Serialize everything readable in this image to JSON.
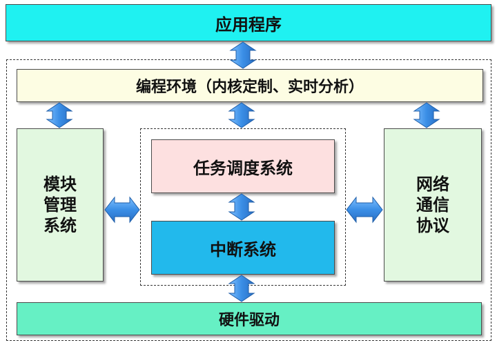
{
  "blocks": {
    "app": {
      "label": "应用程序",
      "color": "#1ff1f1"
    },
    "env": {
      "label": "编程环境（内核定制、实时分析）",
      "color": "#fdfde3"
    },
    "module": {
      "label": "模块管理系统",
      "color": "#e2f8e0"
    },
    "task": {
      "label": "任务调度系统",
      "color": "#fde0e0"
    },
    "interrupt": {
      "label": "中断系统",
      "color": "#22b9ec"
    },
    "network": {
      "label": "网络通信协议",
      "color": "#e2f8e0"
    },
    "driver": {
      "label": "硬件驱动",
      "color": "#66f0c4"
    }
  },
  "arrow_color": "#3a8ee6"
}
